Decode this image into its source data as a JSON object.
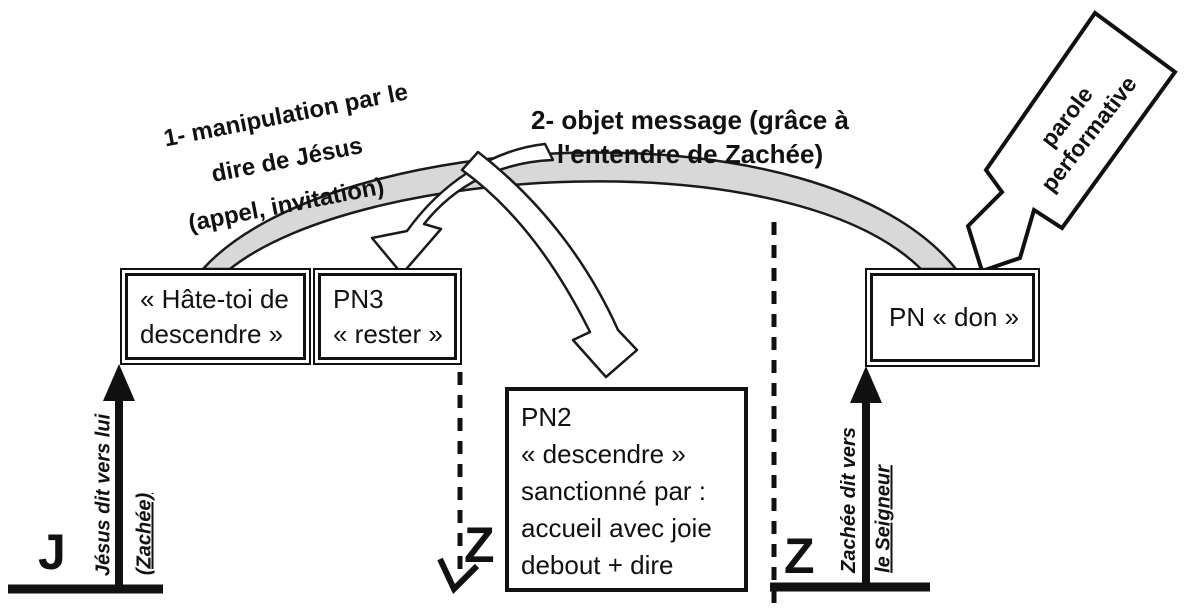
{
  "labels": {
    "step1": {
      "l1": "1- manipulation par le",
      "l2": "dire de Jésus",
      "l3": "(appel, invitation)"
    },
    "step2": {
      "l1": "2- objet message (grâce à",
      "l2": "l'entendre de Zachée)"
    },
    "callout": {
      "l1": "parole",
      "l2": "performative"
    }
  },
  "boxes": {
    "hate_toi": {
      "l1": "« Hâte-toi de",
      "l2": "descendre »"
    },
    "pn3": {
      "l1": "PN3",
      "l2": "« rester »"
    },
    "pn2": {
      "l1": "PN2",
      "l2": "« descendre »",
      "l3": "sanctionné par :",
      "l4": "accueil avec joie",
      "l5": "debout + dire"
    },
    "pn_don": {
      "l1": "PN « don »"
    }
  },
  "axes": {
    "left": {
      "letter": "J",
      "label_left": "Jésus dit vers lui",
      "label_right": "(Zachée)"
    },
    "middle": {
      "letter": "Z"
    },
    "right": {
      "letter": "Z",
      "label_left": "Zachée dit vers",
      "label_right": "le Seigneur"
    }
  },
  "colors": {
    "ink": "#111111",
    "band_gray": "#d8d8d8"
  }
}
